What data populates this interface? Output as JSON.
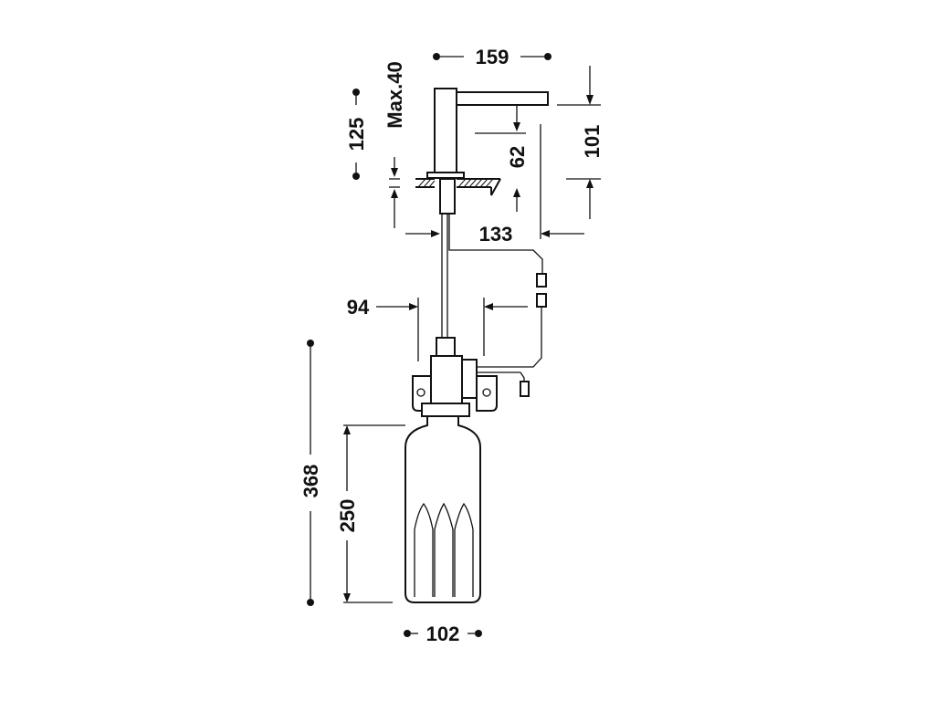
{
  "dimensions": {
    "width_top": "159",
    "height_total": "125",
    "deck_thickness": "Max.40",
    "spout_height": "62",
    "outlet_height": "101",
    "spout_reach": "133",
    "pump_offset": "94",
    "bottle_assembly_height": "368",
    "bottle_height": "250",
    "bottle_width": "102"
  }
}
